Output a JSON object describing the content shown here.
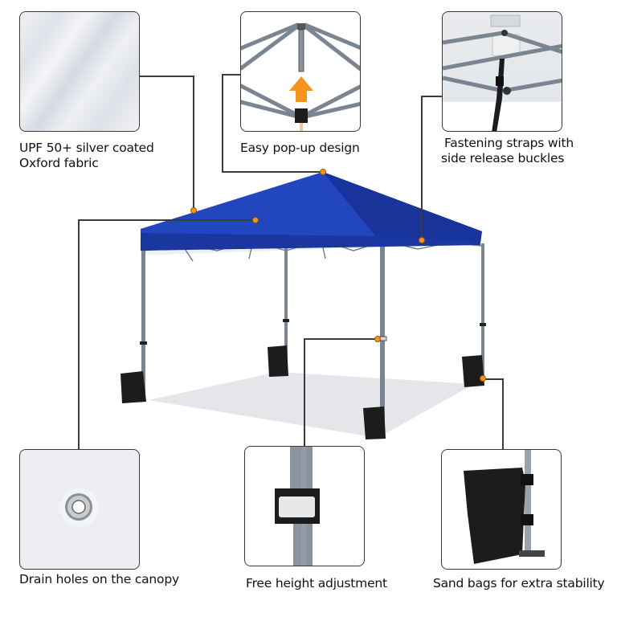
{
  "colors": {
    "canopy_blue": "#1f3fb0",
    "canopy_blue_dark": "#18339a",
    "connector_dot": "#f7941d",
    "connector_line": "#3b3b3b",
    "frame_gray": "#7b8591",
    "sandbag_black": "#1c1c1c"
  },
  "features": [
    {
      "id": "fabric",
      "caption_line1": "UPF 50+ silver coated",
      "caption_line2": "Oxford fabric",
      "icon": "fabric-swatch-icon"
    },
    {
      "id": "popup",
      "caption_line1": "Easy pop-up design",
      "icon": "popup-frame-icon"
    },
    {
      "id": "straps",
      "caption_line1": "Fastening straps with",
      "caption_line2": "side release buckles",
      "icon": "strap-buckle-icon"
    },
    {
      "id": "drain",
      "caption_line1": "Drain holes on the canopy",
      "icon": "grommet-icon"
    },
    {
      "id": "height",
      "caption_line1": "Free height adjustment",
      "icon": "leg-slider-icon"
    },
    {
      "id": "sandbags",
      "caption_line1": "Sand bags for extra stability",
      "icon": "sandbag-icon"
    }
  ]
}
